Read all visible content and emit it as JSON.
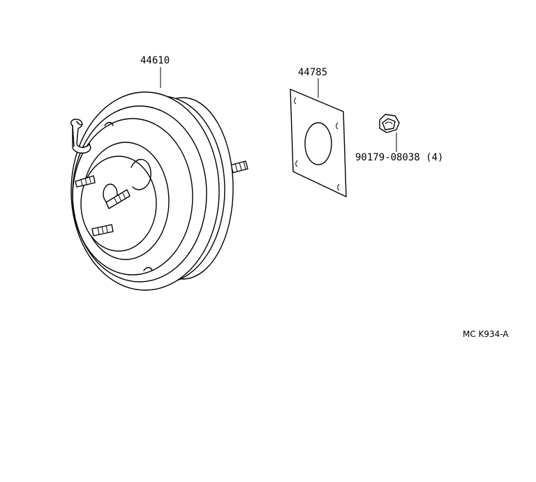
{
  "parts": [
    {
      "part_number": "44610"
    },
    {
      "part_number": "44785"
    },
    {
      "part_number": "90179-08038",
      "quantity": "(4)"
    }
  ],
  "reference_code": "MC K934-A",
  "colors": {
    "line": "#000000",
    "background": "#ffffff"
  }
}
